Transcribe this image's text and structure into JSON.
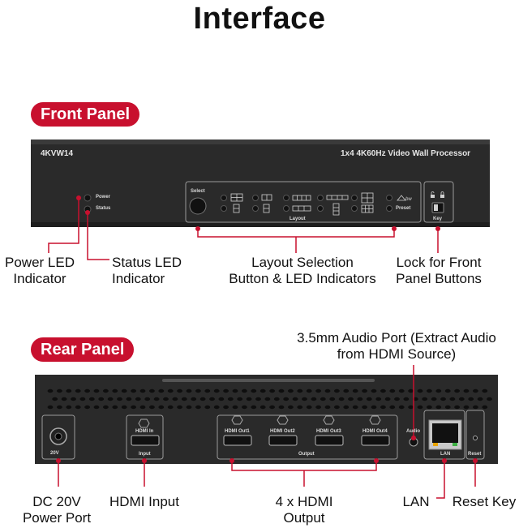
{
  "title": "Interface",
  "front": {
    "section_label": "Front Panel",
    "model": "4KVW14",
    "product_name": "1x4 4K60Hz Video Wall Processor",
    "power": "Power",
    "status": "Status",
    "select": "Select",
    "layout": "Layout",
    "preset": "Preset",
    "key": "Key",
    "callouts": {
      "power_led": "Power LED\nIndicator",
      "status_led": "Status LED\nIndicator",
      "layout_selection": "Layout Selection\nButton & LED Indicators",
      "lock": "Lock for Front\nPanel Buttons"
    }
  },
  "rear": {
    "section_label": "Rear Panel",
    "voltage": "20V",
    "hdmi_in": "HDMI In",
    "input": "Input",
    "out1": "HDMI Out1",
    "out2": "HDMI Out2",
    "out3": "HDMI Out3",
    "out4": "HDMI Out4",
    "output": "Output",
    "audio": "Audio",
    "lan": "LAN",
    "reset": "Reset",
    "callouts": {
      "audio_port": "3.5mm Audio Port (Extract Audio\nfrom HDMI Source)",
      "dc": "DC 20V\nPower Port",
      "hdmi_input": "HDMI Input",
      "hdmi_output": "4 x HDMI\nOutput",
      "lan": "LAN",
      "reset_key": "Reset Key"
    }
  },
  "colors": {
    "accent": "#c8102e",
    "device": "#2b2b2b"
  }
}
